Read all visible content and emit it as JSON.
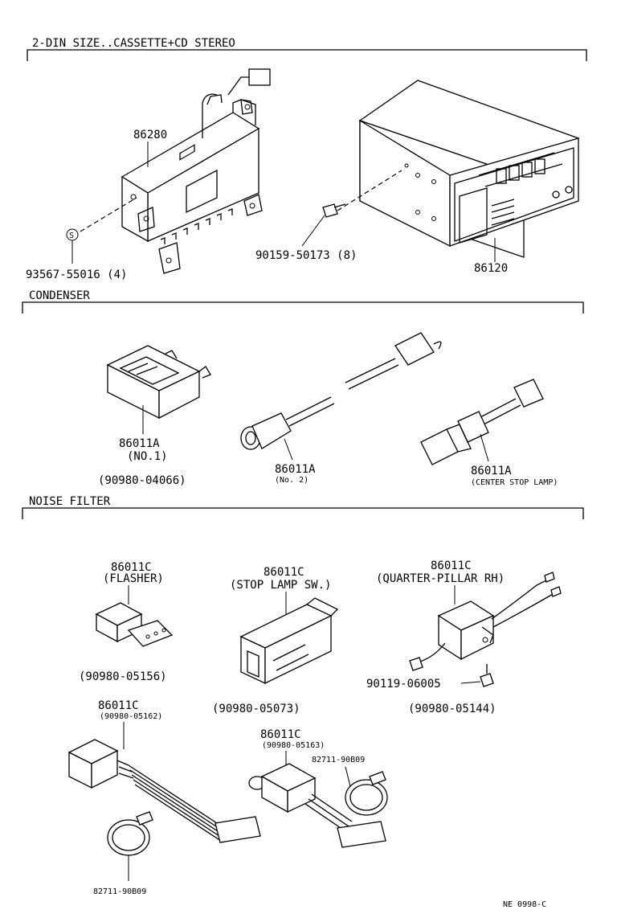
{
  "sections": {
    "stereo": "2-DIN SIZE..CASSETTE+CD STEREO",
    "condenser": "CONDENSER",
    "noise_filter": "NOISE FILTER"
  },
  "stereo": {
    "amp_part": "86280",
    "nut_part": "93567-55016 (4)",
    "nut_symbol": "S",
    "screw_part": "90159-50173 (8)",
    "unit_part": "86120"
  },
  "condenser": {
    "no1": {
      "part": "86011A",
      "desc": "(NO.1)",
      "sub": "(90980-04066)"
    },
    "no2": {
      "part": "86011A",
      "desc": "(No. 2)"
    },
    "center": {
      "part": "86011A",
      "desc": "(CENTER STOP LAMP)"
    }
  },
  "noise_filter": {
    "flasher": {
      "part": "86011C",
      "desc": "(FLASHER)",
      "sub": "(90980-05156)"
    },
    "stop_lamp": {
      "part": "86011C",
      "desc": "(STOP LAMP SW.)",
      "sub": "(90980-05073)"
    },
    "quarter": {
      "part": "86011C",
      "desc": "(QUARTER-PILLAR RH)",
      "sub": "(90980-05144)",
      "bolt": "90119-06005"
    },
    "harness1": {
      "part": "86011C",
      "sub": "(90980-05162)",
      "clamp": "82711-90B09"
    },
    "harness2": {
      "part": "86011C",
      "sub": "(90980-05163)",
      "clamp": "82711-90B09"
    }
  },
  "footer": {
    "code": "NE 0998-C"
  }
}
